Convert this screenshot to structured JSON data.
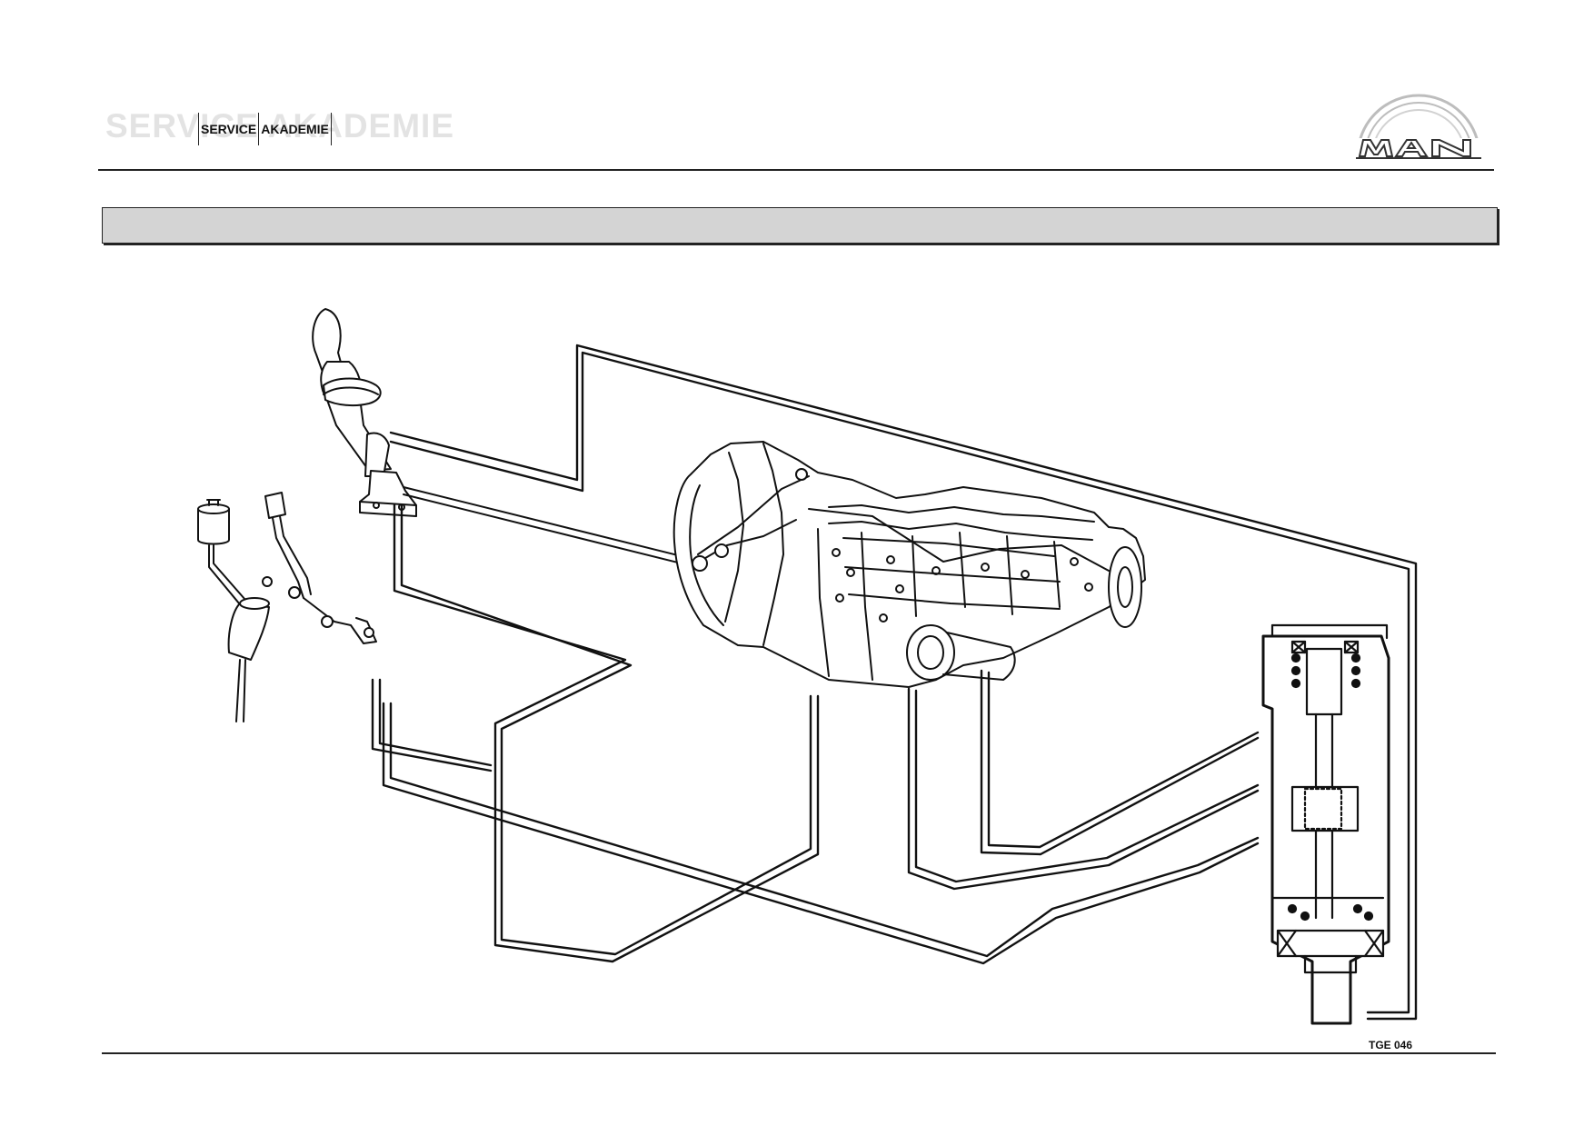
{
  "header": {
    "ghost_text": "SERVICE AKADEMIE",
    "service_label": "SERVICE",
    "akademie_label": "AKADEMIE",
    "logo_text": "MAN",
    "logo_icon": "man-logo-icon"
  },
  "title_bar": {
    "title": ""
  },
  "figure": {
    "code": "TGE 046",
    "components": [
      "gear-lever",
      "shift-rod",
      "gearbox",
      "clutch-pedal",
      "fluid-reservoir",
      "master-cylinder",
      "clutch-servo-valve",
      "air-lines"
    ]
  }
}
